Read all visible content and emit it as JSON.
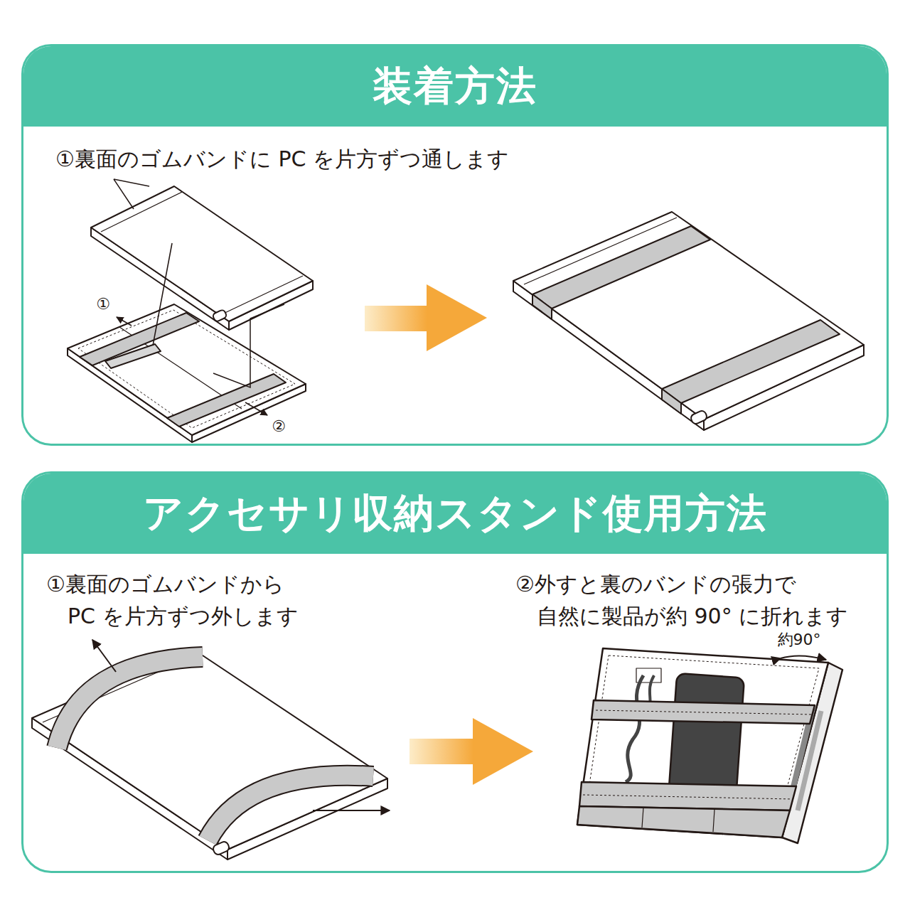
{
  "diagram": {
    "nodes": [
      {
        "text": [
          "装着方法",
          "①裏面のゴムバンドに PC を片方ずつ通します"
        ]
      },
      {
        "text": [
          "アクセサリ収納スタンド使用方法",
          "①裏面のゴムバンドから PC を片方ずつ外します",
          "②外すと裏のバンドの張力で 自然に製品が約 90° に折れます"
        ]
      }
    ],
    "labels": [
      "①",
      "②",
      "約90°"
    ]
  }
}
